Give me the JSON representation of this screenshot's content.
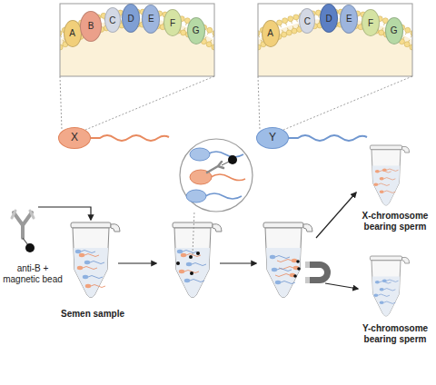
{
  "diagram": {
    "nodes": [
      {
        "text": [
          "A"
        ]
      },
      {
        "text": [
          "B"
        ]
      },
      {
        "text": [
          "C"
        ]
      },
      {
        "text": [
          "D"
        ]
      },
      {
        "text": [
          "E"
        ]
      },
      {
        "text": [
          "F"
        ]
      },
      {
        "text": [
          "G"
        ]
      },
      {
        "text": [
          "A"
        ]
      },
      {
        "text": [
          "C"
        ]
      },
      {
        "text": [
          "D"
        ]
      },
      {
        "text": [
          "E"
        ]
      },
      {
        "text": [
          "F"
        ]
      },
      {
        "text": [
          "G"
        ]
      },
      {
        "text": [
          "X"
        ]
      },
      {
        "text": [
          "Y"
        ]
      }
    ],
    "labels": [
      "anti-B + magnetic bead",
      "Semen sample",
      "X-chromosome bearing sperm",
      "Y-chromosome bearing sperm"
    ]
  }
}
